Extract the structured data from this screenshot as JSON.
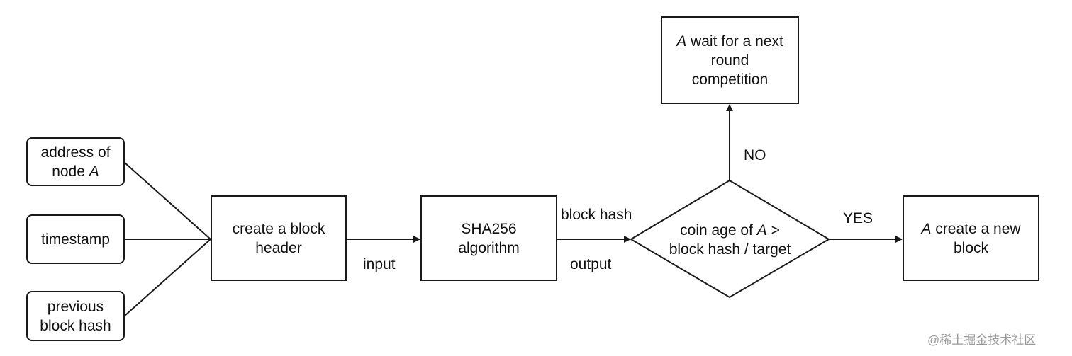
{
  "inputs": {
    "address": {
      "line1": "address of",
      "line2_prefix": "node ",
      "line2_var": "A"
    },
    "timestamp": {
      "label": "timestamp"
    },
    "previous": {
      "line1": "previous",
      "line2": "block hash"
    }
  },
  "create_header": {
    "line1": "create a block",
    "line2": "header"
  },
  "sha": {
    "line1": "SHA256",
    "line2": "algorithm"
  },
  "decision": {
    "line1_prefix": "coin age of ",
    "line1_var": "A",
    "line1_suffix": " >",
    "line2": "block hash / target"
  },
  "wait_box": {
    "line1_var": "A",
    "line1_suffix": " wait for a next",
    "line2": "round",
    "line3": "competition"
  },
  "new_block": {
    "line1_var": "A",
    "line1_suffix": " create a new",
    "line2": "block"
  },
  "edge_labels": {
    "input": "input",
    "block_hash": "block hash",
    "output": "output",
    "yes": "YES",
    "no": "NO"
  },
  "watermark": "@稀土掘金技术社区"
}
